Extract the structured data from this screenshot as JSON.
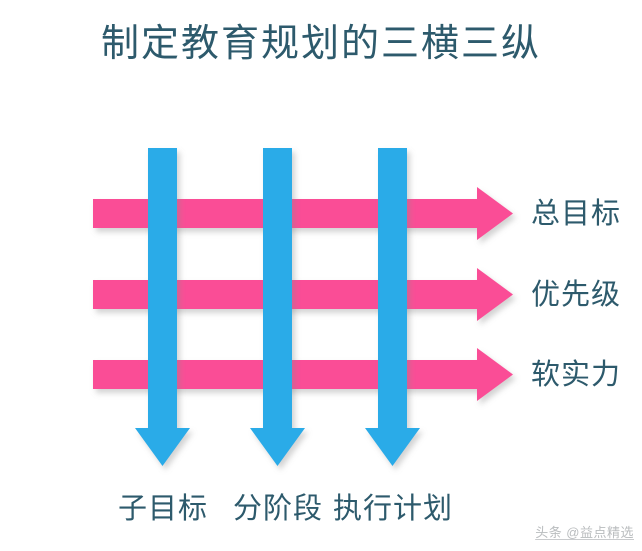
{
  "title": "制定教育规划的三横三纵",
  "colors": {
    "background": "#ffffff",
    "horizontal_arrow": "#fa4e96",
    "vertical_arrow": "#29abe8",
    "text": "#2d5a6c",
    "watermark": "#b9bcbe"
  },
  "horizontal_arrows": [
    {
      "label": "总目标",
      "direction": "right"
    },
    {
      "label": "优先级",
      "direction": "right"
    },
    {
      "label": "软实力",
      "direction": "right"
    }
  ],
  "vertical_arrows": [
    {
      "label": "子目标",
      "direction": "down"
    },
    {
      "label": "分阶段",
      "direction": "down"
    },
    {
      "label": "执行计划",
      "direction": "down"
    }
  ],
  "watermark": "头条 @益点精选",
  "chart_data": {
    "type": "diagram",
    "subtype": "three-horizontal-three-vertical-grid",
    "title": "制定教育规划的三横三纵",
    "rows": [
      "总目标",
      "优先级",
      "软实力"
    ],
    "columns": [
      "子目标",
      "分阶段",
      "执行计划"
    ],
    "row_arrow_color": "#fa4e96",
    "column_arrow_color": "#29abe8",
    "row_arrow_direction": "right",
    "column_arrow_direction": "down",
    "overlap_rule": "vertical arrows drawn on top of horizontal arrows"
  }
}
